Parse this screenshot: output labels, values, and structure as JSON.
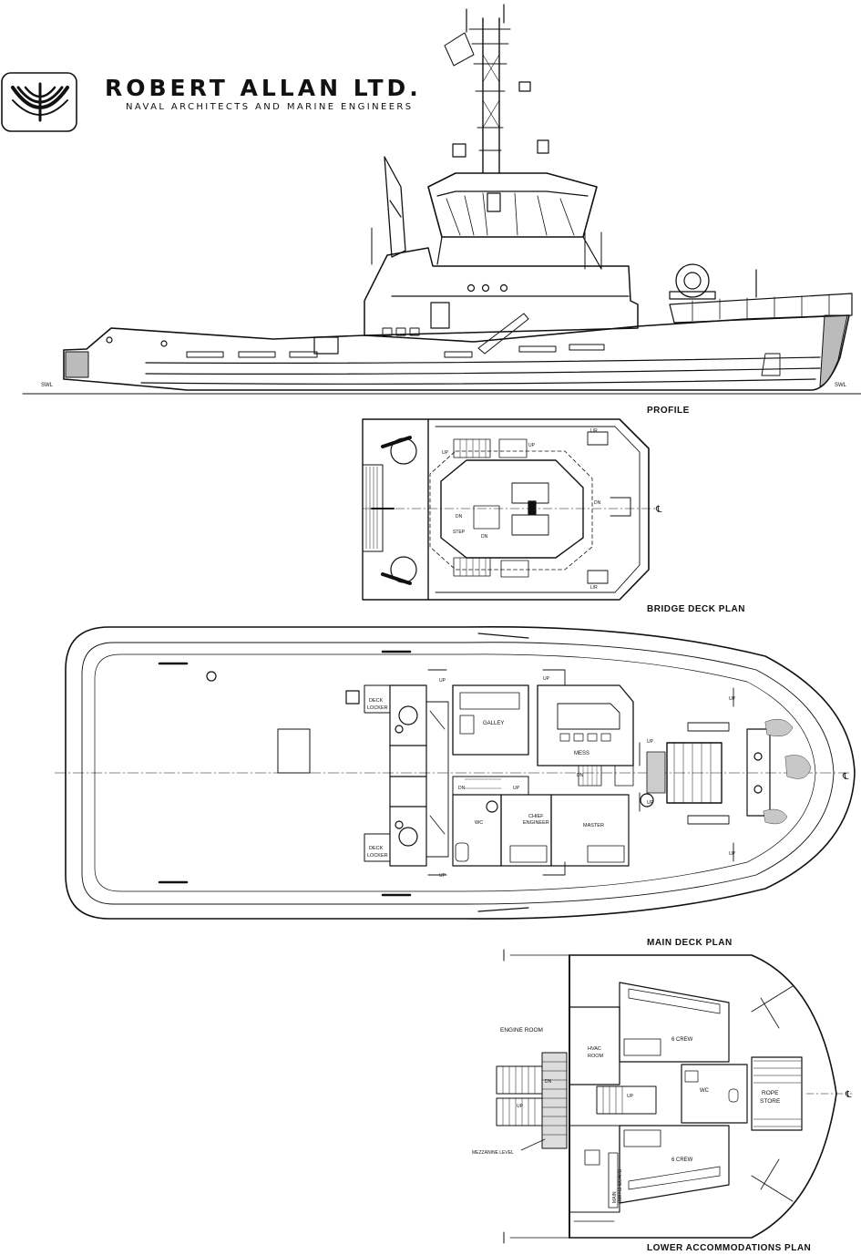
{
  "brand": {
    "name": "ROBERT ALLAN LTD.",
    "tagline": "NAVAL ARCHITECTS AND MARINE ENGINEERS"
  },
  "headings": {
    "profile": "PROFILE",
    "bridge": "BRIDGE DECK PLAN",
    "main": "MAIN DECK PLAN",
    "lower": "LOWER ACCOMMODATIONS PLAN"
  },
  "profile": {
    "swl_left": "SWL",
    "swl_right": "SWL"
  },
  "bridge": {
    "labels": {
      "up1": "UP",
      "up2": "UP",
      "dn1": "DN",
      "dn2": "DN",
      "dn3": "DN",
      "step": "STEP",
      "lr1": "L/R",
      "lr2": "L/R",
      "cl": "℄"
    }
  },
  "main": {
    "rooms": {
      "galley": "GALLEY",
      "mess": "MESS",
      "chief": "CHIEF",
      "engineer": "ENGINEER",
      "master": "MASTER",
      "wc": "WC",
      "deck1": "DECK",
      "locker1": "LOCKER",
      "deck2": "DECK",
      "locker2": "LOCKER"
    },
    "stairs": {
      "up1": "UP",
      "up2": "UP",
      "up3": "UP",
      "up4": "UP",
      "up5": "UP",
      "up6": "UP",
      "up7": "UP",
      "up8": "UP",
      "dn1": "DN",
      "dn2": "DN"
    },
    "cl": "℄"
  },
  "lower": {
    "labels": {
      "engine_room": "ENGINE ROOM",
      "hvac": "HVAC",
      "room": "ROOM",
      "crew1": "6 CREW",
      "crew2": "6 CREW",
      "wc": "WC",
      "rope": "ROPE",
      "store": "STORE",
      "mezzanine": "MEZZANINE LEVEL",
      "switch1": "MAIN",
      "switch2": "SWITCHBOARD",
      "dn": "DN",
      "up1": "UP",
      "up2": "UP",
      "cl": "℄"
    }
  }
}
